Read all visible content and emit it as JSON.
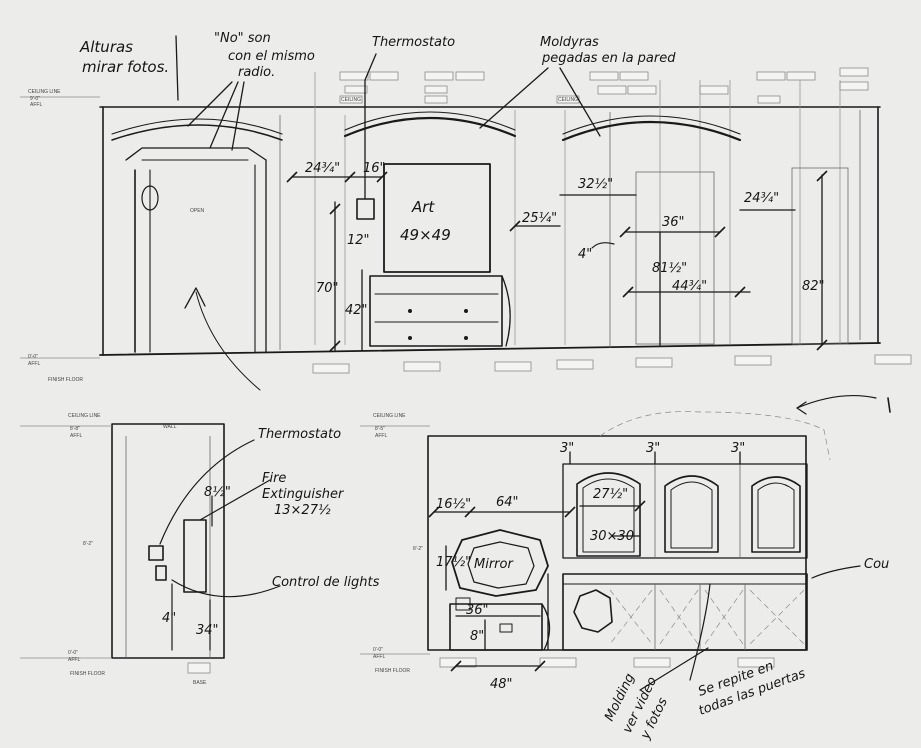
{
  "notes": {
    "alturas": "Alturas",
    "mirar_fotos": "mirar fotos.",
    "no_son": "\"No\" son",
    "con_el_mismo": "con el mismo",
    "radio": "radio.",
    "thermostato_top": "Thermostato",
    "molduras": "Moldyras",
    "pegadas": "pegadas en la pared",
    "thermostato_side": "Thermostato",
    "fire_1": "Fire",
    "fire_2": "Extinguisher",
    "fire_3": "13×27½",
    "control_lights": "Control de lights",
    "molding_1": "Molding",
    "molding_2": "ver video",
    "molding_3": "y fotos",
    "repite_1": "Se repite en",
    "repite_2": "todas las puertas",
    "cou": "Cou"
  },
  "top_elevation": {
    "art_title": "Art",
    "art_size": "49×49",
    "dims": {
      "d_24_3_4": "24¾\"",
      "d_16": "16\"",
      "d_12": "12\"",
      "d_70": "70\"",
      "d_42": "42\"",
      "d_32_1_2": "32½\"",
      "d_25_1_4": "25¼\"",
      "d_36": "36\"",
      "d_24_3_4_b": "24¾\"",
      "d_4": "4\"",
      "d_81_1_2": "81½\"",
      "d_44_3_4": "44¾\"",
      "d_82": "82\""
    },
    "labels": {
      "ceiling_line": "CEILING LINE",
      "level_top": "9'-0\"",
      "affl": "AFFL",
      "level_bottom": "0'-0\"",
      "affl_b": "AFFL",
      "finish_floor": "FINISH FLOOR",
      "open": "OPEN",
      "ceiling": "CEILING"
    }
  },
  "left_elevation": {
    "dims": {
      "d_8_1_2": "8½\"",
      "d_4": "4\"",
      "d_34": "34\""
    },
    "labels": {
      "ceiling_line": "CEILING LINE",
      "level_top": "8'-8\"",
      "affl": "AFFL",
      "level_bottom": "0'-0\"",
      "affl_b": "AFFL",
      "finish_floor": "FINISH FLOOR",
      "wall": "WALL",
      "height": "8'-2\"",
      "base": "BASE"
    }
  },
  "right_elevation": {
    "mirror_label": "Mirror",
    "dims": {
      "d_3_a": "3\"",
      "d_3_b": "3\"",
      "d_3_c": "3\"",
      "d_27_1_2": "27½\"",
      "d_16_1_2": "16½\"",
      "d_64": "64\"",
      "d_30x30": "30×30",
      "d_17_1_2": "17½\"",
      "d_36": "36\"",
      "d_8": "8\"",
      "d_48": "48\""
    },
    "labels": {
      "ceiling_line": "CEILING LINE",
      "level_top": "8'-5\"",
      "affl": "AFFL",
      "level_bottom": "0'-0\"",
      "affl_b": "AFFL",
      "finish_floor": "FINISH FLOOR",
      "height": "8'-2\""
    }
  }
}
